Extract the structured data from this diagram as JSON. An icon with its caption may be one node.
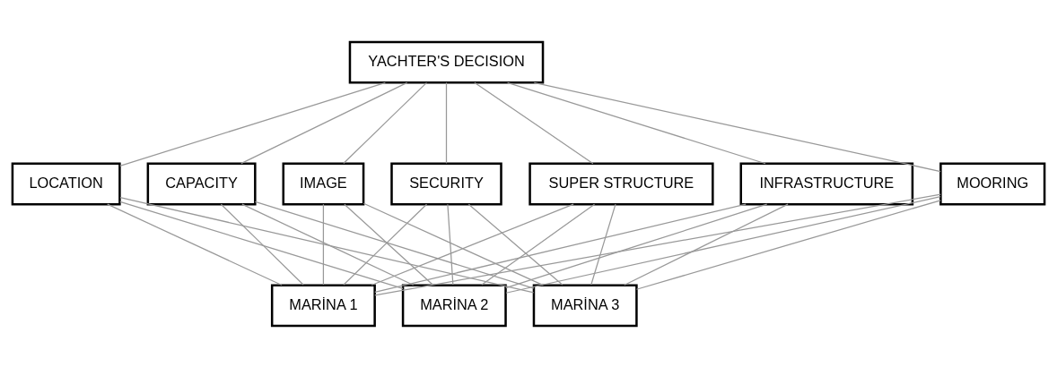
{
  "diagram": {
    "nodes": [
      {
        "text": [
          "YACHTER'S DECISION"
        ]
      },
      {
        "text": [
          "LOCATION"
        ]
      },
      {
        "text": [
          "CAPACITY"
        ]
      },
      {
        "text": [
          "IMAGE"
        ]
      },
      {
        "text": [
          "SECURITY"
        ]
      },
      {
        "text": [
          "SUPER STRUCTURE"
        ]
      },
      {
        "text": [
          "INFRASTRUCTURE"
        ]
      },
      {
        "text": [
          "MOORING"
        ]
      },
      {
        "text": [
          "MARİNA 1"
        ]
      },
      {
        "text": [
          "MARİNA 2"
        ]
      },
      {
        "text": [
          "MARİNA 3"
        ]
      }
    ],
    "edges": [
      {
        "from": 0,
        "to": 1,
        "arrow": "none"
      },
      {
        "from": 0,
        "to": 2,
        "arrow": "none"
      },
      {
        "from": 0,
        "to": 3,
        "arrow": "none"
      },
      {
        "from": 0,
        "to": 4,
        "arrow": "none"
      },
      {
        "from": 0,
        "to": 5,
        "arrow": "none"
      },
      {
        "from": 0,
        "to": 6,
        "arrow": "none"
      },
      {
        "from": 0,
        "to": 7,
        "arrow": "none"
      },
      {
        "from": 1,
        "to": 8,
        "arrow": "none"
      },
      {
        "from": 1,
        "to": 9,
        "arrow": "none"
      },
      {
        "from": 1,
        "to": 10,
        "arrow": "none"
      },
      {
        "from": 2,
        "to": 8,
        "arrow": "none"
      },
      {
        "from": 2,
        "to": 9,
        "arrow": "none"
      },
      {
        "from": 2,
        "to": 10,
        "arrow": "none"
      },
      {
        "from": 3,
        "to": 8,
        "arrow": "none"
      },
      {
        "from": 3,
        "to": 9,
        "arrow": "none"
      },
      {
        "from": 3,
        "to": 10,
        "arrow": "none"
      },
      {
        "from": 4,
        "to": 8,
        "arrow": "none"
      },
      {
        "from": 4,
        "to": 9,
        "arrow": "none"
      },
      {
        "from": 4,
        "to": 10,
        "arrow": "none"
      },
      {
        "from": 5,
        "to": 8,
        "arrow": "none"
      },
      {
        "from": 5,
        "to": 9,
        "arrow": "none"
      },
      {
        "from": 5,
        "to": 10,
        "arrow": "none"
      },
      {
        "from": 6,
        "to": 8,
        "arrow": "none"
      },
      {
        "from": 6,
        "to": 9,
        "arrow": "none"
      },
      {
        "from": 6,
        "to": 10,
        "arrow": "none"
      },
      {
        "from": 7,
        "to": 8,
        "arrow": "none"
      },
      {
        "from": 7,
        "to": 9,
        "arrow": "none"
      },
      {
        "from": 7,
        "to": 10,
        "arrow": "none"
      }
    ]
  }
}
